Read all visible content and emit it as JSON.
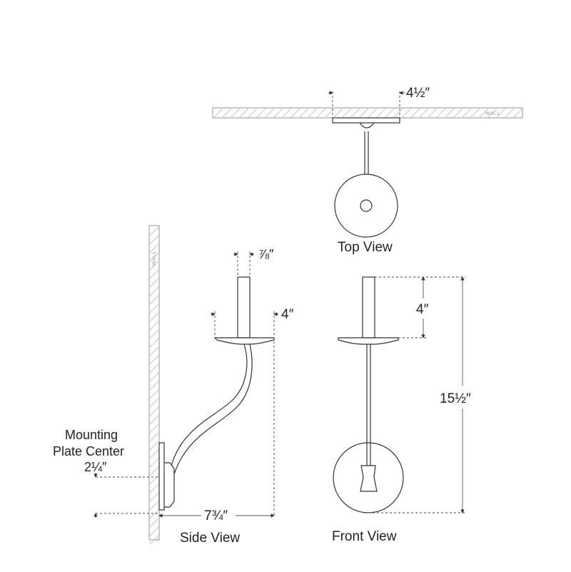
{
  "top_view": {
    "title": "Top View",
    "wall_tag": "WALL",
    "width_dim": "4½″"
  },
  "side_view": {
    "title": "Side View",
    "wall_tag": "WALL",
    "tube_dim": "⅞″",
    "bobeche_dim": "4″",
    "extension_dim": "7¾″",
    "mounting_label_line1": "Mounting",
    "mounting_label_line2": "Plate Center",
    "mounting_dim": "2¼″"
  },
  "front_view": {
    "title": "Front View",
    "tube_height_dim": "4″",
    "overall_height_dim": "15½″"
  }
}
